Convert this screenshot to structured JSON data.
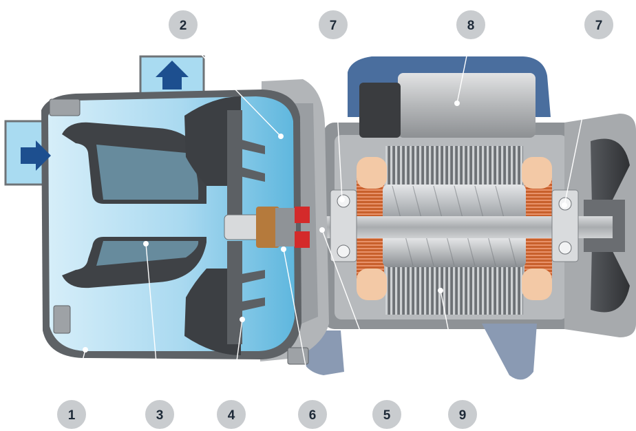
{
  "callouts": [
    {
      "id": "c2",
      "label": "2"
    },
    {
      "id": "c7a",
      "label": "7"
    },
    {
      "id": "c8",
      "label": "8"
    },
    {
      "id": "c7b",
      "label": "7"
    },
    {
      "id": "c1",
      "label": "1"
    },
    {
      "id": "c3",
      "label": "3"
    },
    {
      "id": "c4",
      "label": "4"
    },
    {
      "id": "c6",
      "label": "6"
    },
    {
      "id": "c5",
      "label": "5"
    },
    {
      "id": "c9",
      "label": "9"
    }
  ],
  "colors": {
    "water_light": "#bfe3f4",
    "water_dark": "#5fb7de",
    "pump_dark": "#3d4044",
    "casing_grey": "#b9bcbf",
    "motor_blue": "#4a6e9e",
    "copper": "#c8602c",
    "arrow_blue": "#1d4f8f",
    "callout": "#c9cccf"
  },
  "icons": [
    "inlet-arrow-icon",
    "outlet-arrow-icon"
  ]
}
